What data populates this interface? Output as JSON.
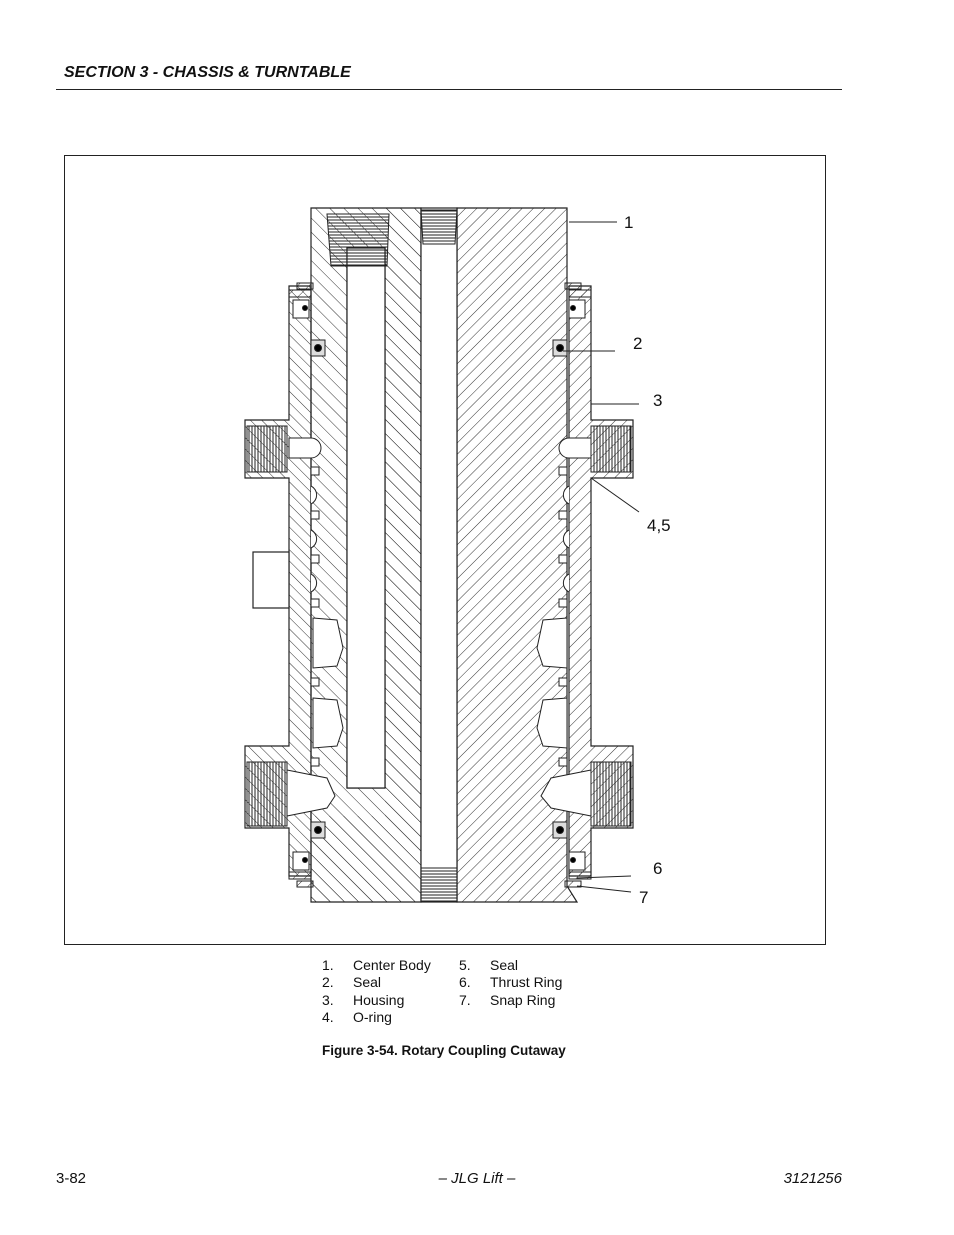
{
  "header": {
    "section_title": "SECTION 3 - CHASSIS & TURNTABLE"
  },
  "figure": {
    "callouts": [
      "1",
      "2",
      "3",
      "4,5",
      "6",
      "7"
    ],
    "legend_col1": [
      {
        "num": "1.",
        "label": "Center Body"
      },
      {
        "num": "2.",
        "label": "Seal"
      },
      {
        "num": "3.",
        "label": "Housing"
      },
      {
        "num": "4.",
        "label": "O-ring"
      }
    ],
    "legend_col2": [
      {
        "num": "5.",
        "label": "Seal"
      },
      {
        "num": "6.",
        "label": "Thrust Ring"
      },
      {
        "num": "7.",
        "label": "Snap Ring"
      }
    ],
    "caption": "Figure 3-54.  Rotary Coupling Cutaway"
  },
  "footer": {
    "page_number": "3-82",
    "publisher": "– JLG Lift –",
    "doc_number": "3121256"
  }
}
